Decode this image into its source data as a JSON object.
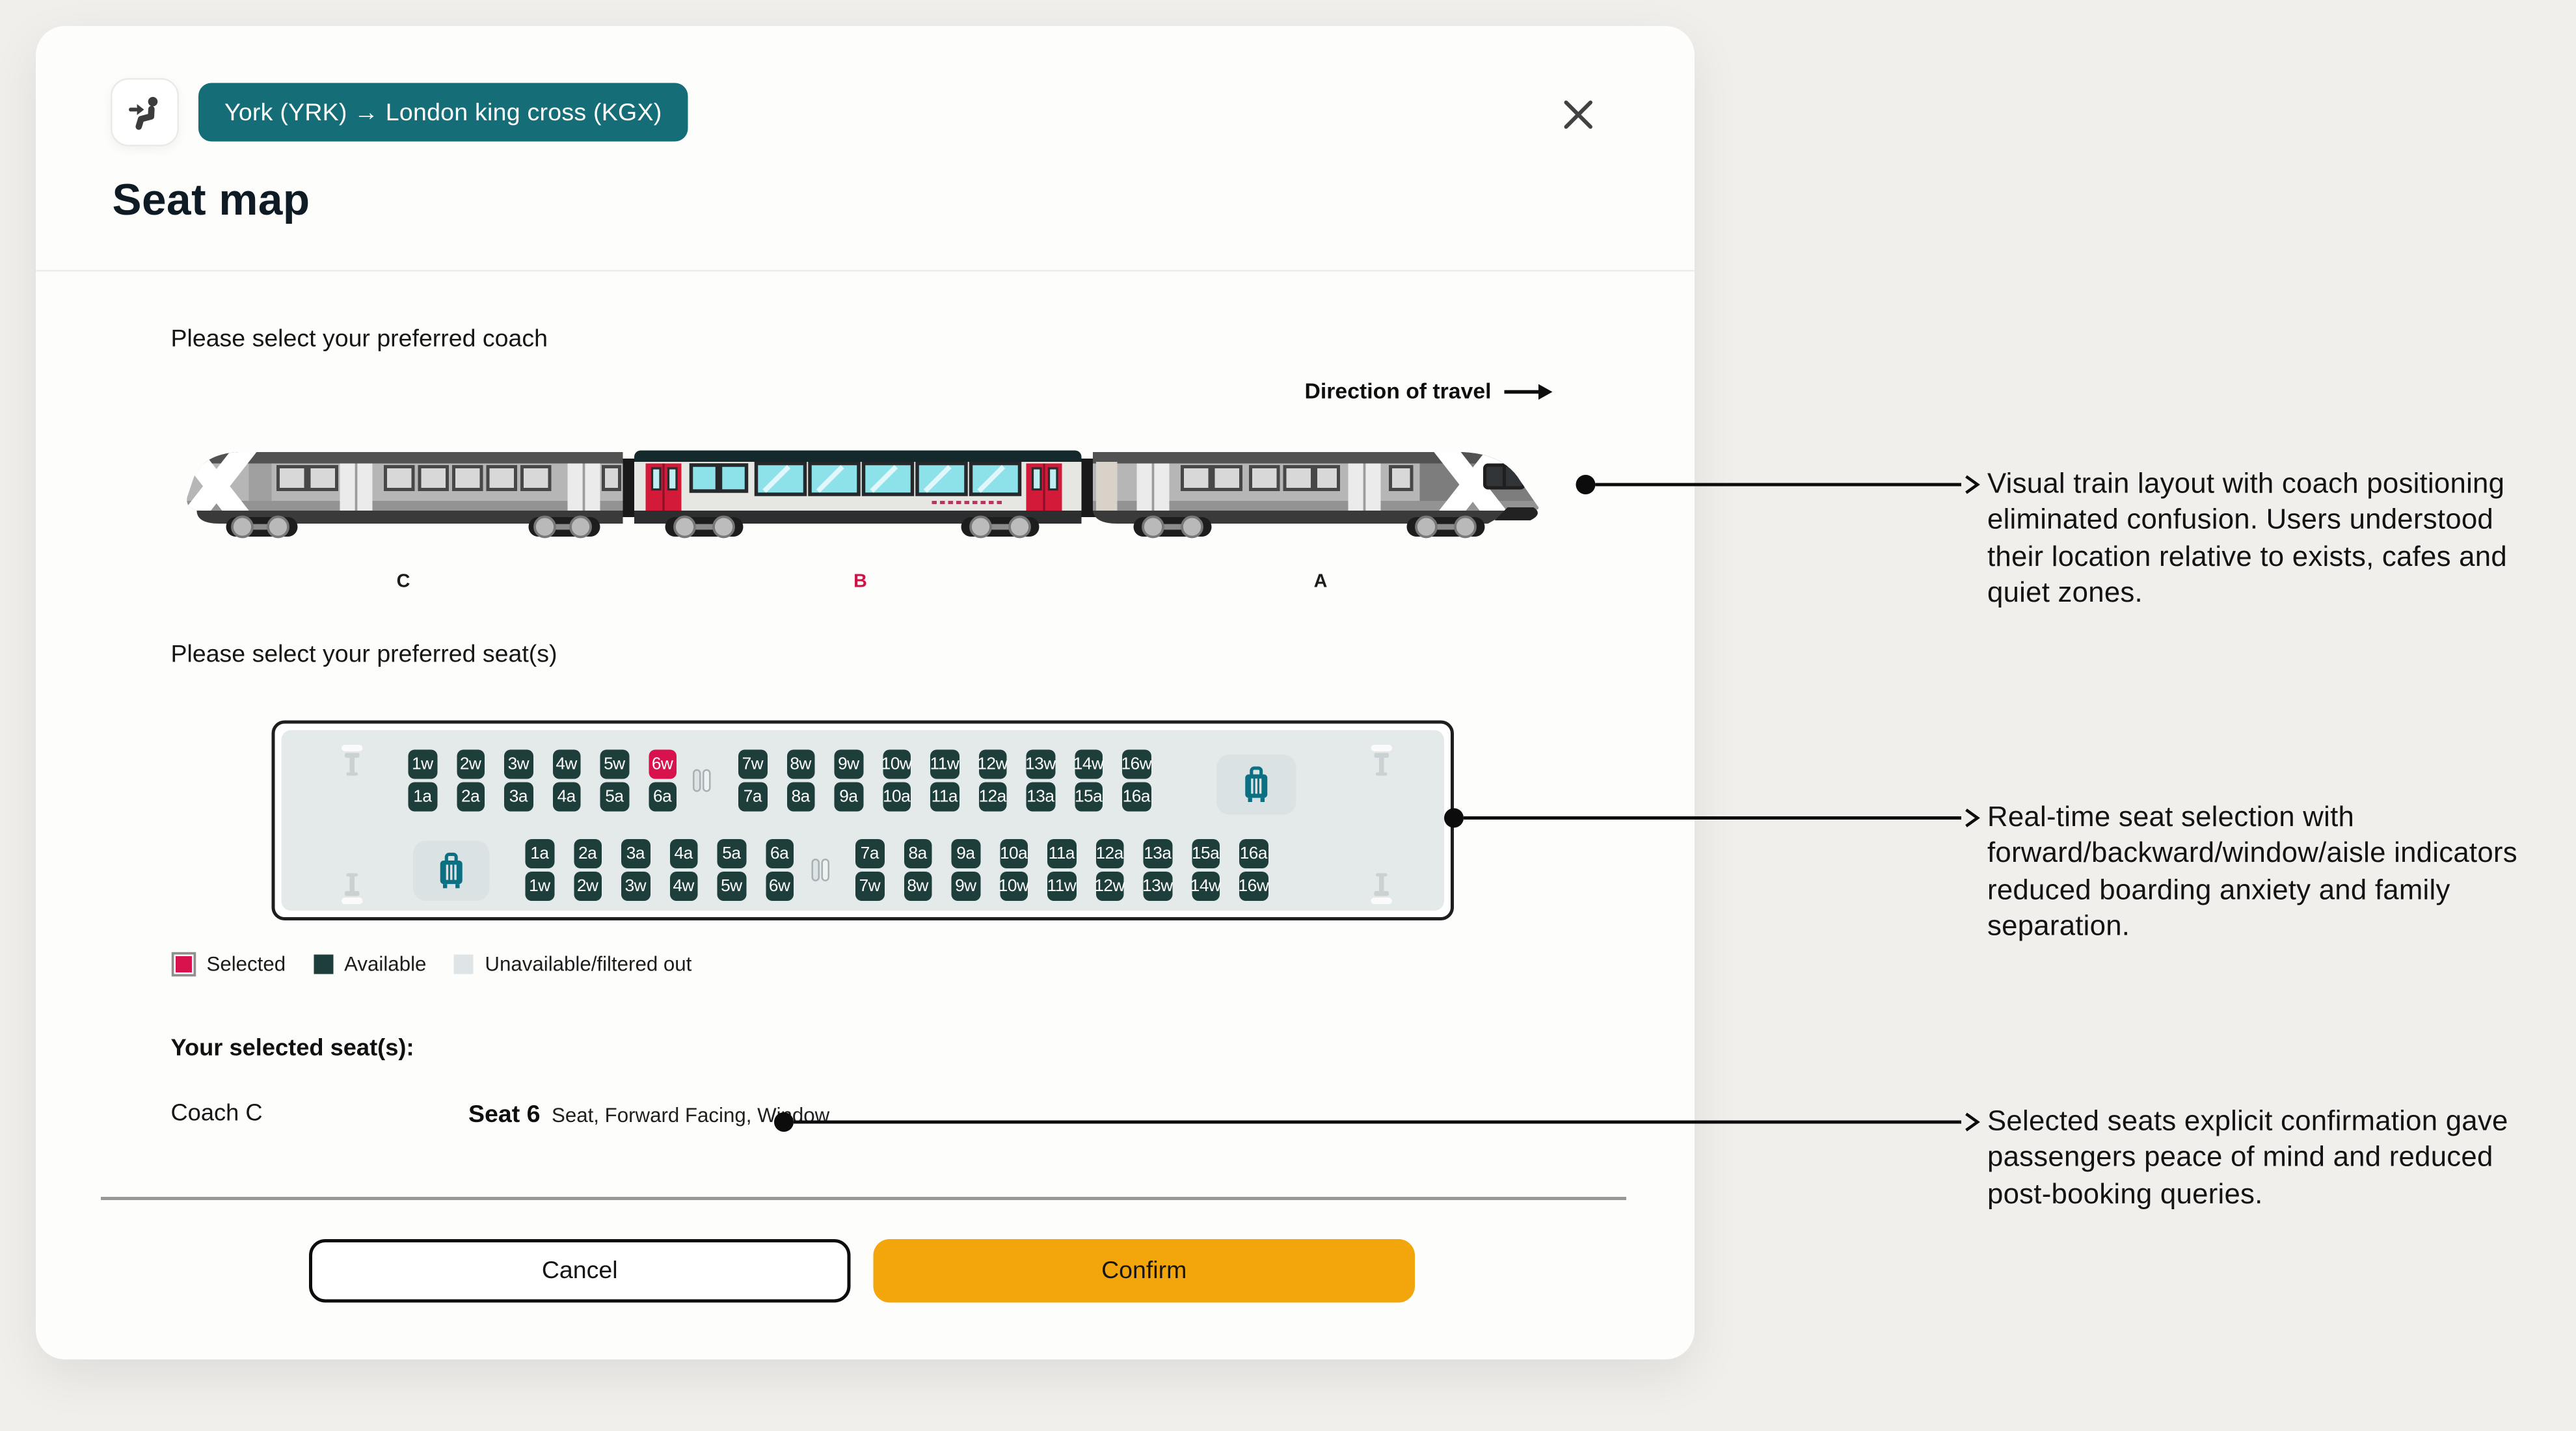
{
  "modal": {
    "route_badge": "York (YRK) → London king cross (KGX)",
    "title": "Seat map",
    "coach_prompt": "Please select your preferred coach",
    "direction_label": "Direction of travel",
    "seat_prompt": "Please select your preferred seat(s)",
    "coach_labels": {
      "c": "C",
      "b": "B",
      "a": "A"
    },
    "legend": [
      {
        "type": "selected",
        "label": "Selected"
      },
      {
        "type": "available",
        "label": "Available"
      },
      {
        "type": "unavailable",
        "label": "Unavailable/filtered out"
      }
    ],
    "selection_heading": "Your selected seat(s):",
    "selection": {
      "coach": "Coach C",
      "seat": "Seat 6",
      "details": "Seat, Forward Facing, Window"
    },
    "cancel_label": "Cancel",
    "confirm_label": "Confirm"
  },
  "seat_map": {
    "selected_seat": "6w",
    "sections": [
      {
        "id": "upper",
        "rows": [
          {
            "group1": [
              "1w",
              "2w",
              "3w",
              "4w",
              "5w",
              "6w"
            ],
            "group2": [
              "7w",
              "8w",
              "9w",
              "10w",
              "11w",
              "12w",
              "13w",
              "14w",
              "16w"
            ]
          },
          {
            "group1": [
              "1a",
              "2a",
              "3a",
              "4a",
              "5a",
              "6a"
            ],
            "group2": [
              "7a",
              "8a",
              "9a",
              "10a",
              "11a",
              "12a",
              "13a",
              "15a",
              "16a"
            ]
          }
        ]
      },
      {
        "id": "lower",
        "rows": [
          {
            "group1": [
              "1a",
              "2a",
              "3a",
              "4a",
              "5a",
              "6a"
            ],
            "group2": [
              "7a",
              "8a",
              "9a",
              "10a",
              "11a",
              "12a",
              "13a",
              "15a",
              "16a"
            ]
          },
          {
            "group1": [
              "1w",
              "2w",
              "3w",
              "4w",
              "5w",
              "6w"
            ],
            "group2": [
              "7w",
              "8w",
              "9w",
              "10w",
              "11w",
              "12w",
              "13w",
              "14w",
              "16w"
            ]
          }
        ]
      }
    ]
  },
  "annotations": [
    {
      "text": "Visual train layout with coach positioning eliminated confusion. Users understood their location relative to exists, cafes and quiet zones."
    },
    {
      "text": "Real-time seat selection with forward/backward/window/aisle indicators reduced boarding anxiety and family separation."
    },
    {
      "text": "Selected seats explicit confirmation gave passengers peace of mind and reduced post-booking queries."
    }
  ],
  "colors": {
    "badge": "#156d78",
    "seat": "#1d3e3a",
    "sel": "#d8124d",
    "unavail": "#dfe5e7",
    "panel": "#e4e9ea",
    "lug": "#0c7083",
    "confirm": "#f3a60b",
    "blabel": "#cf1445",
    "trainred": "#d41a39",
    "roof": "#14292b"
  }
}
